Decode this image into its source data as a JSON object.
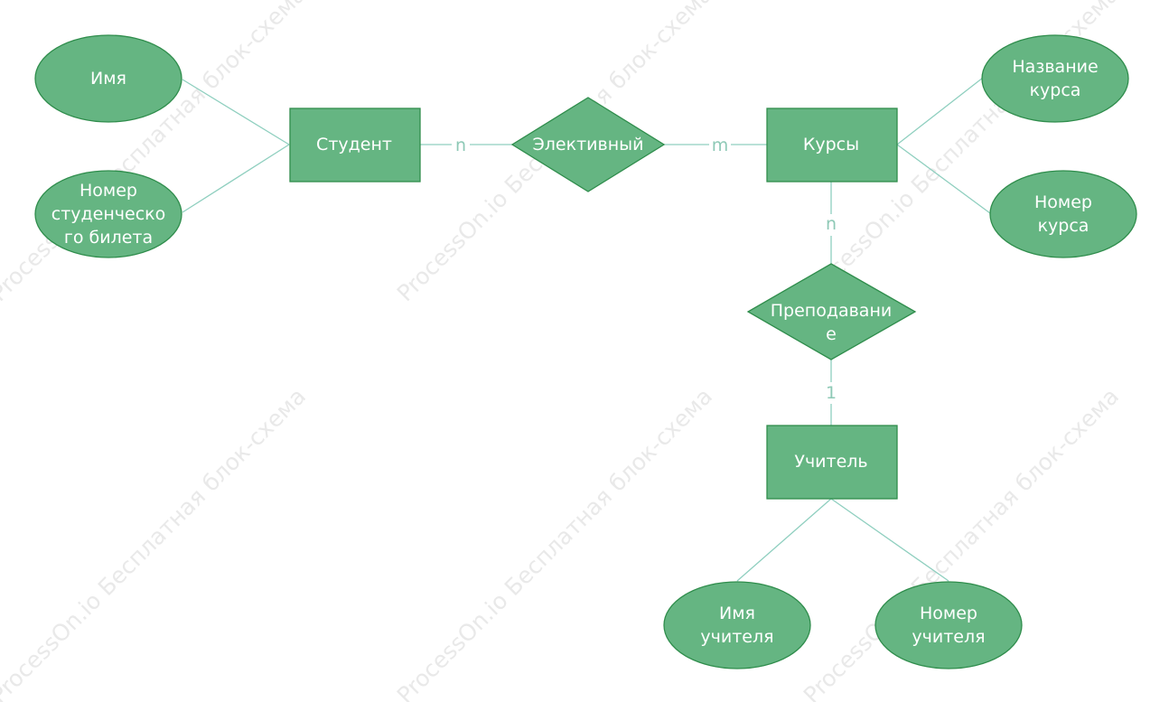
{
  "watermark": {
    "text": "ProcessOn.io Бесплатная блок-схема"
  },
  "colors": {
    "fill": "#65b582",
    "stroke": "#2f8d4c",
    "connector": "#8fcfbf",
    "cardinality": "#8ec9b6",
    "label": "#ffffff"
  },
  "entities": {
    "student": {
      "lines": [
        "Студент"
      ]
    },
    "courses": {
      "lines": [
        "Курсы"
      ]
    },
    "teacher": {
      "lines": [
        "Учитель"
      ]
    }
  },
  "relationships": {
    "elective": {
      "lines": [
        "Элективный"
      ]
    },
    "teaching": {
      "lines": [
        "Преподавани",
        "е"
      ]
    }
  },
  "attributes": {
    "student_name": {
      "lines": [
        "Имя"
      ]
    },
    "student_id": {
      "lines": [
        "Номер",
        "студенческо",
        "го билета"
      ]
    },
    "course_name": {
      "lines": [
        "Название",
        "курса"
      ]
    },
    "course_number": {
      "lines": [
        "Номер",
        "курса"
      ]
    },
    "teacher_name": {
      "lines": [
        "Имя",
        "учителя"
      ]
    },
    "teacher_number": {
      "lines": [
        "Номер",
        "учителя"
      ]
    }
  },
  "cardinalities": {
    "student_elective": "n",
    "elective_courses": "m",
    "courses_teaching": "n",
    "teaching_teacher": "1"
  }
}
